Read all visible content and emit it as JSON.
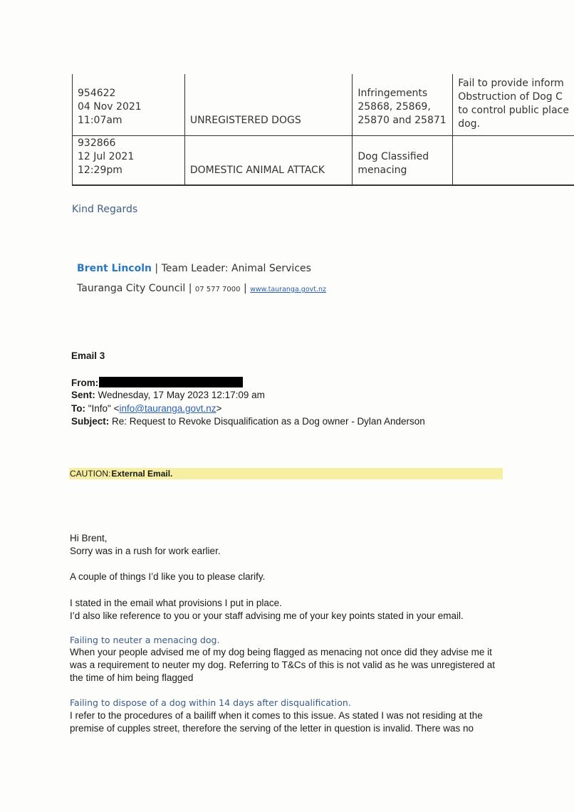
{
  "table": {
    "rows": [
      {
        "id": "954622",
        "date": "04 Nov 2021",
        "time": "11:07am",
        "category": "UNREGISTERED DOGS",
        "details": [
          "Infringements",
          "25868, 25869,",
          "25870 and 25871"
        ],
        "outcome": [
          "Fail to provide inform",
          "Obstruction of Dog C",
          "to control public place",
          "dog."
        ]
      },
      {
        "id": "932866",
        "date": "12 Jul 2021",
        "time": "12:29pm",
        "category": "DOMESTIC ANIMAL ATTACK",
        "details": [
          "Dog Classified",
          "menacing"
        ],
        "outcome": []
      }
    ]
  },
  "signature": {
    "closing": "Kind Regards",
    "name": "Brent Lincoln",
    "title_sep": " | ",
    "title": "Team Leader: Animal Services",
    "org": "Tauranga City Council",
    "sep": " | ",
    "phone": "07 577 7000",
    "url": "www.tauranga.govt.nz"
  },
  "email": {
    "heading": "Email 3",
    "from_label": "From:",
    "sent_label": "Sent:",
    "sent_value": " Wednesday, 17 May 2023 12:17:09 am",
    "to_label": "To:",
    "to_name": " \"Info\" <",
    "to_address": "info@tauranga.govt.nz",
    "to_close": ">",
    "subject_label": "Subject:",
    "subject_value": " Re: Request to Revoke Disqualification as a Dog owner - Dylan Anderson",
    "caution_prefix": "CAUTION:",
    "caution_text": "External Email."
  },
  "body": {
    "greeting": "Hi Brent,",
    "line1": " Sorry was in a rush for work earlier.",
    "line2": "A couple of things I’d like you to please clarify.",
    "line3": "I stated in the email what provisions I put in place.",
    "line4": "I’d also like reference to you or your staff advising me of your key points stated in your email.",
    "sub1": "Failing to neuter a menacing dog.",
    "para1": [
      "When your people advised me of my dog being flagged as menacing not once did they advise me it",
      "was a requirement to neuter my dog. Referring to T&Cs of this is not valid as he was unregistered at",
      "the time of him being flagged"
    ],
    "sub2": "Failing to dispose of a dog within 14 days after disqualification.",
    "para2": [
      "I refer to the procedures of a bailiff when it comes to this issue. As stated I was not residing at the",
      "premise of cupples street, therefore the serving of the letter in question is invalid. There was no"
    ]
  }
}
